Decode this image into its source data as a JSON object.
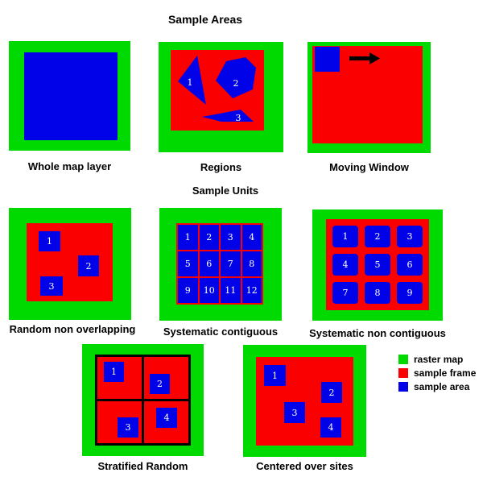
{
  "titles": {
    "sample_areas": "Sample Areas",
    "sample_units": "Sample Units"
  },
  "colors": {
    "raster_map": "#00da00",
    "sample_frame": "#fb0000",
    "sample_area": "#0202e8"
  },
  "panels": {
    "whole_map": {
      "label": "Whole map layer"
    },
    "regions": {
      "label": "Regions",
      "units": [
        "1",
        "2",
        "3"
      ]
    },
    "moving_window": {
      "label": "Moving Window"
    },
    "random": {
      "label": "Random non overlapping",
      "units": [
        "1",
        "2",
        "3"
      ]
    },
    "sys_cont": {
      "label": "Systematic contiguous",
      "units": [
        "1",
        "2",
        "3",
        "4",
        "5",
        "6",
        "7",
        "8",
        "9",
        "10",
        "11",
        "12"
      ]
    },
    "sys_noncont": {
      "label": "Systematic non contiguous",
      "units": [
        "1",
        "2",
        "3",
        "4",
        "5",
        "6",
        "7",
        "8",
        "9"
      ]
    },
    "stratified": {
      "label": "Stratified Random",
      "units": [
        "1",
        "2",
        "3",
        "4"
      ]
    },
    "centered": {
      "label": "Centered over sites",
      "units": [
        "1",
        "2",
        "3",
        "4"
      ]
    }
  },
  "legend": {
    "items": [
      {
        "label": "raster map",
        "color": "#00da00"
      },
      {
        "label": "sample frame",
        "color": "#fb0000"
      },
      {
        "label": "sample area",
        "color": "#0202e8"
      }
    ]
  }
}
